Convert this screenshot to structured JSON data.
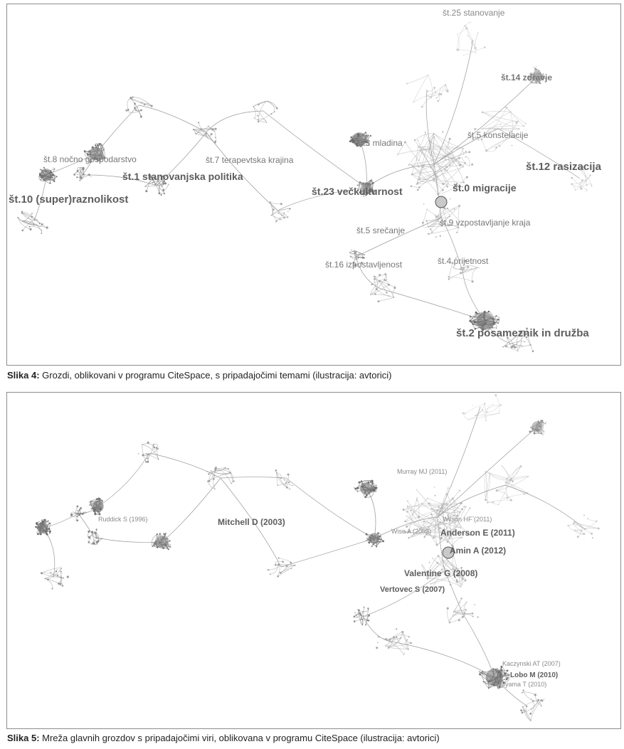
{
  "figures": [
    {
      "id": "fig4",
      "caption_label": "Slika 4:",
      "caption_text": " Grozdi, oblikovani v programu CiteSpace, s pripadajočimi temami (ilustracija: avtorici)",
      "labels": [
        {
          "text": "št.25 stanovanje"
        },
        {
          "text": "št.14 zdravje"
        },
        {
          "text": "št.5 konstelacije"
        },
        {
          "text": "št.3 mladina"
        },
        {
          "text": "št.12 rasizacija"
        },
        {
          "text": "št.8 nočno gospodarstvo"
        },
        {
          "text": "št.7 terapevtska krajina"
        },
        {
          "text": "št.1 stanovanjska politika"
        },
        {
          "text": "št.23 večkulturnost"
        },
        {
          "text": "št.0 migracije"
        },
        {
          "text": "št.10 (super)raznolikost"
        },
        {
          "text": "št.9 vzpostavljanje kraja"
        },
        {
          "text": "št.5 srečanje"
        },
        {
          "text": "št.16 izpostavljenost"
        },
        {
          "text": "št.4 prijetnost"
        },
        {
          "text": "št.2 posameznik in družba"
        }
      ]
    },
    {
      "id": "fig5",
      "caption_label": "Slika 5:",
      "caption_text": " Mreža glavnih grozdov s pripadajočimi viri, oblikovana v programu CiteSpace (ilustracija: avtorici)",
      "labels": [
        {
          "text": "Murray MJ (2011)"
        },
        {
          "text": "Ruddick S (1996)"
        },
        {
          "text": "Mitchell D (2003)"
        },
        {
          "text": "Wilson HF (2011)"
        },
        {
          "text": "Wise A (2009)"
        },
        {
          "text": "Anderson E (2011)"
        },
        {
          "text": "Amin A (2012)"
        },
        {
          "text": "Valentine G (2008)"
        },
        {
          "text": "Vertovec S (2007)"
        },
        {
          "text": "Kaczynski AT (2007)"
        },
        {
          "text": "Lobo M (2010)"
        },
        {
          "text": "Sugiyama T (2010)"
        }
      ]
    }
  ]
}
